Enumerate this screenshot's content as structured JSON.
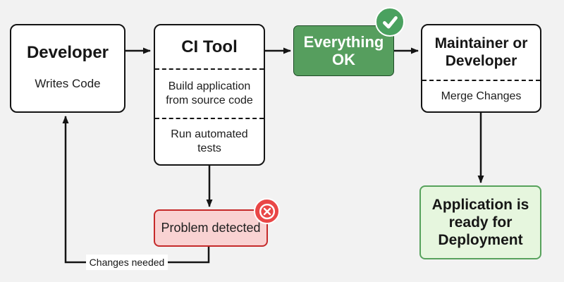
{
  "diagram": {
    "type": "flowchart",
    "subject": "continuous-integration-workflow",
    "nodes": {
      "developer": {
        "title": "Developer",
        "subtitle": "Writes Code"
      },
      "ci_tool": {
        "title": "CI Tool",
        "steps": [
          "Build application from source code",
          "Run automated tests"
        ]
      },
      "everything_ok": {
        "title": "Everything OK",
        "badge": "check-icon"
      },
      "maintainer": {
        "title": "Maintainer or Developer",
        "subtitle": "Merge Changes"
      },
      "deployment": {
        "title": "Application is ready for Deployment"
      },
      "problem_detected": {
        "title": "Problem detected",
        "badge": "x-circle-icon"
      }
    },
    "edges": [
      {
        "from": "developer",
        "to": "ci_tool"
      },
      {
        "from": "ci_tool",
        "to": "everything_ok"
      },
      {
        "from": "everything_ok",
        "to": "maintainer"
      },
      {
        "from": "maintainer",
        "to": "deployment"
      },
      {
        "from": "ci_tool",
        "to": "problem_detected"
      },
      {
        "from": "problem_detected",
        "to": "developer",
        "label": "Changes needed"
      }
    ],
    "edge_labels": {
      "changes_needed": "Changes needed"
    },
    "colors": {
      "background": "#f2f2f2",
      "box_fill": "#ffffff",
      "box_border": "#141414",
      "success_fill": "#569e5e",
      "success_border": "#1d4a26",
      "success_badge": "#4aa15f",
      "success_light_fill": "#e6f6de",
      "success_light_border": "#57a25c",
      "error_fill": "#f9d2d2",
      "error_border": "#c52a2a",
      "error_badge": "#e94646",
      "arrow": "#141414"
    }
  }
}
